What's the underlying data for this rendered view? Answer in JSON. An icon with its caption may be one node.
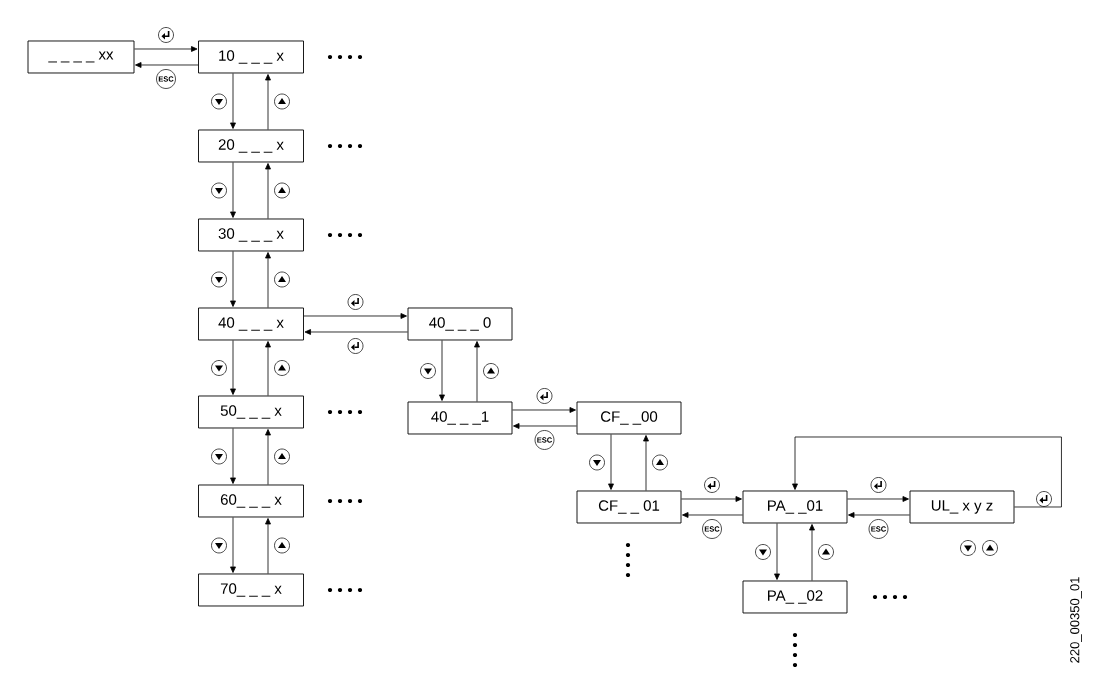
{
  "diagram": {
    "nodes": [
      {
        "text": [
          "_ _ _ _ xx"
        ]
      },
      {
        "text": [
          "10 _ _ _ x"
        ]
      },
      {
        "text": [
          "20 _ _ _ x"
        ]
      },
      {
        "text": [
          "30 _ _ _ x"
        ]
      },
      {
        "text": [
          "40 _ _ _ x"
        ]
      },
      {
        "text": [
          "50_ _ _ x"
        ]
      },
      {
        "text": [
          "60_ _ _ x"
        ]
      },
      {
        "text": [
          "70_ _ _ x"
        ]
      },
      {
        "text": [
          "40_ _ _ 0"
        ]
      },
      {
        "text": [
          "40_ _ _1"
        ]
      },
      {
        "text": [
          "CF_ _00"
        ]
      },
      {
        "text": [
          "CF_ _ 01"
        ]
      },
      {
        "text": [
          "PA_ _01"
        ]
      },
      {
        "text": [
          "UL_ x y z"
        ]
      },
      {
        "text": [
          "PA_ _02"
        ]
      }
    ],
    "edges": [
      {
        "from": 0,
        "to": 1,
        "arrow": "to"
      },
      {
        "from": 1,
        "to": 0,
        "arrow": "to",
        "label": "ESC"
      },
      {
        "from": 1,
        "to": 2,
        "arrow": "to"
      },
      {
        "from": 2,
        "to": 1,
        "arrow": "to"
      },
      {
        "from": 2,
        "to": 3,
        "arrow": "to"
      },
      {
        "from": 3,
        "to": 2,
        "arrow": "to"
      },
      {
        "from": 3,
        "to": 4,
        "arrow": "to"
      },
      {
        "from": 4,
        "to": 3,
        "arrow": "to"
      },
      {
        "from": 4,
        "to": 5,
        "arrow": "to"
      },
      {
        "from": 5,
        "to": 4,
        "arrow": "to"
      },
      {
        "from": 5,
        "to": 6,
        "arrow": "to"
      },
      {
        "from": 6,
        "to": 5,
        "arrow": "to"
      },
      {
        "from": 6,
        "to": 7,
        "arrow": "to"
      },
      {
        "from": 7,
        "to": 6,
        "arrow": "to"
      },
      {
        "from": 4,
        "to": 8,
        "arrow": "to"
      },
      {
        "from": 8,
        "to": 4,
        "arrow": "to"
      },
      {
        "from": 8,
        "to": 9,
        "arrow": "to"
      },
      {
        "from": 9,
        "to": 8,
        "arrow": "to"
      },
      {
        "from": 9,
        "to": 10,
        "arrow": "to"
      },
      {
        "from": 10,
        "to": 9,
        "arrow": "to",
        "label": "ESC"
      },
      {
        "from": 10,
        "to": 11,
        "arrow": "to"
      },
      {
        "from": 11,
        "to": 10,
        "arrow": "to"
      },
      {
        "from": 11,
        "to": 12,
        "arrow": "to"
      },
      {
        "from": 12,
        "to": 11,
        "arrow": "to",
        "label": "ESC"
      },
      {
        "from": 12,
        "to": 13,
        "arrow": "to"
      },
      {
        "from": 13,
        "to": 12,
        "arrow": "to",
        "label": "ESC"
      },
      {
        "from": 13,
        "to": 12,
        "arrow": "to"
      },
      {
        "from": 12,
        "to": 14,
        "arrow": "to"
      },
      {
        "from": 14,
        "to": 12,
        "arrow": "to"
      }
    ],
    "labels": [
      "220_00350_01"
    ]
  }
}
